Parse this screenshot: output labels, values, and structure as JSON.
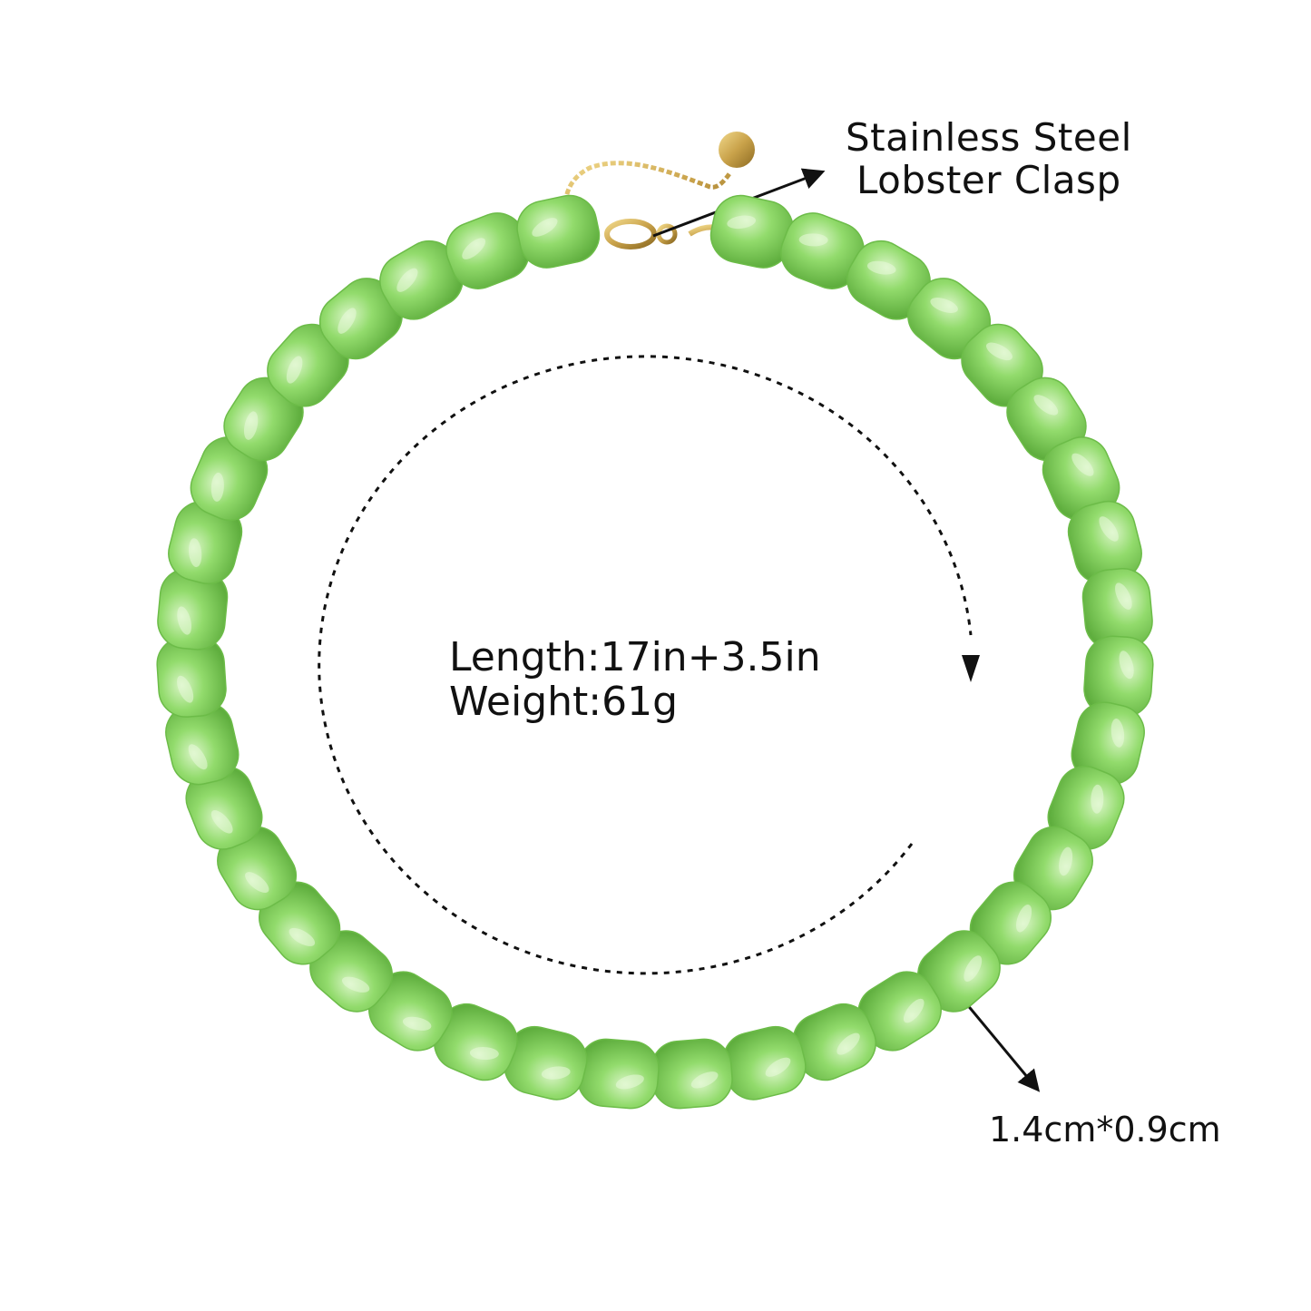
{
  "clasp_callout": {
    "line1": "Stainless Steel",
    "line2": "Lobster Clasp"
  },
  "specs": {
    "length": "Length:17in+3.5in",
    "weight": "Weight:61g"
  },
  "bead_size": "1.4cm*0.9cm",
  "colors": {
    "bead_green": "#8fd96b",
    "bead_highlight": "#d6f3c3",
    "bead_shadow": "#5fae3e",
    "gold": "#c9a24a",
    "text": "#111111"
  },
  "bead_count": 38
}
